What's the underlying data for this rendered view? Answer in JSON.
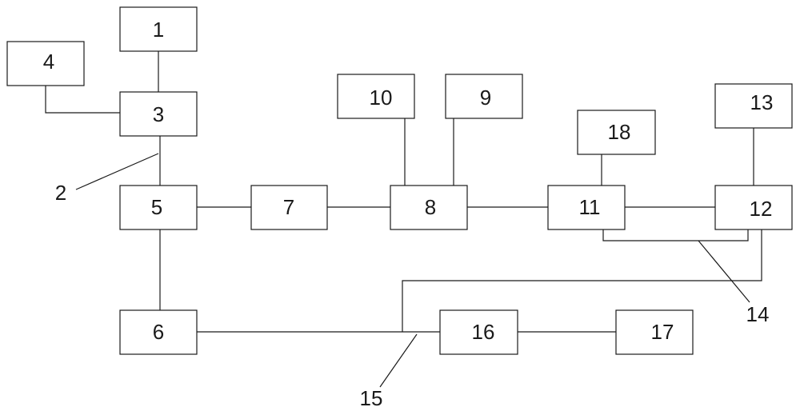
{
  "nodes": [
    {
      "id": "n1",
      "label": "1"
    },
    {
      "id": "n3",
      "label": "3"
    },
    {
      "id": "n4",
      "label": "4"
    },
    {
      "id": "n5",
      "label": "5"
    },
    {
      "id": "n6",
      "label": "6"
    },
    {
      "id": "n7",
      "label": "7"
    },
    {
      "id": "n8",
      "label": "8"
    },
    {
      "id": "n9",
      "label": "9"
    },
    {
      "id": "n10",
      "label": "10"
    },
    {
      "id": "n11",
      "label": "11"
    },
    {
      "id": "n12",
      "label": "12"
    },
    {
      "id": "n13",
      "label": "13"
    },
    {
      "id": "n16",
      "label": "16"
    },
    {
      "id": "n17",
      "label": "17"
    },
    {
      "id": "n18",
      "label": "18"
    }
  ],
  "callouts": [
    {
      "id": "c2",
      "label": "2"
    },
    {
      "id": "c14",
      "label": "14"
    },
    {
      "id": "c15",
      "label": "15"
    }
  ],
  "colors": {
    "stroke": "#1a1a1a",
    "background": "#ffffff"
  }
}
